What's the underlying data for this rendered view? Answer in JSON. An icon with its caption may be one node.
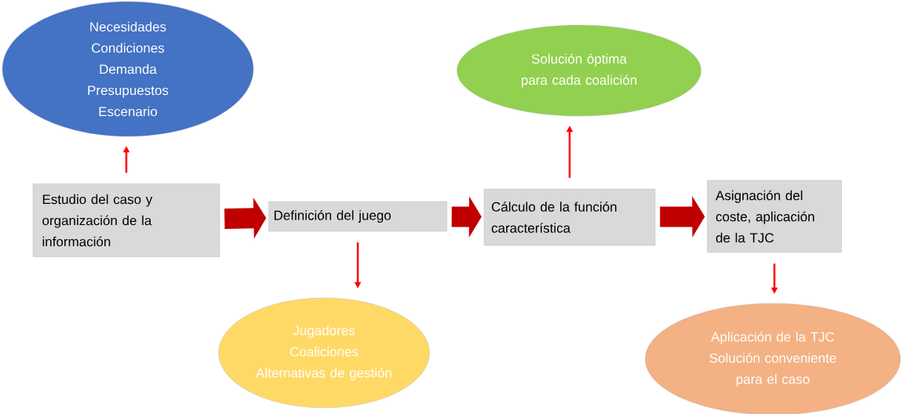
{
  "diagram": {
    "nodes": [
      {
        "text": [
          "Necesidades",
          "Condiciones",
          "Demanda",
          "Presupuestos",
          "Escenario"
        ]
      },
      {
        "text": [
          "Estudio del caso y organización de la información"
        ]
      },
      {
        "text": [
          "Definición del juego"
        ]
      },
      {
        "text": [
          "Jugadores",
          "Coaliciones",
          "Alternativas de gestión"
        ]
      },
      {
        "text": [
          "Solución óptima para cada coalición"
        ]
      },
      {
        "text": [
          "Cálculo de la función característica"
        ]
      },
      {
        "text": [
          "Asignación del coste, aplicación de la TJC"
        ]
      },
      {
        "text": [
          "Aplicación de la TJC",
          "Solución conveniente para el caso"
        ]
      }
    ],
    "edges": [
      {
        "from": 1,
        "to": 0,
        "arrow": "to"
      },
      {
        "from": 1,
        "to": 2,
        "arrow": "to",
        "style": "thick",
        "color": "#c00000"
      },
      {
        "from": 2,
        "to": 3,
        "arrow": "to"
      },
      {
        "from": 2,
        "to": 5,
        "arrow": "to",
        "style": "thick",
        "color": "#c00000"
      },
      {
        "from": 5,
        "to": 4,
        "arrow": "to"
      },
      {
        "from": 5,
        "to": 6,
        "arrow": "to",
        "style": "thick",
        "color": "#c00000"
      },
      {
        "from": 6,
        "to": 7,
        "arrow": "to"
      }
    ]
  }
}
